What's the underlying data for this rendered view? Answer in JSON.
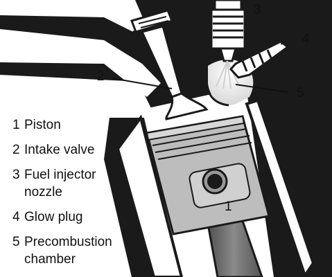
{
  "legend": [
    {
      "num": "1",
      "text": "Piston"
    },
    {
      "num": "2",
      "text": "Intake valve"
    },
    {
      "num": "3",
      "text": "Fuel injector nozzle"
    },
    {
      "num": "4",
      "text": "Glow plug"
    },
    {
      "num": "5",
      "text": "Precombustion chamber"
    }
  ],
  "callouts": {
    "piston": "1",
    "intake_valve": "2",
    "injector": "3",
    "glow_plug": "4",
    "chamber": "5"
  },
  "colors": {
    "ink": "#111111",
    "cylinder_wall": "#1a1a1a",
    "piston_grey": "#bdbdbd",
    "rod_grey": "#6b6b6b",
    "paper": "#ffffff"
  }
}
